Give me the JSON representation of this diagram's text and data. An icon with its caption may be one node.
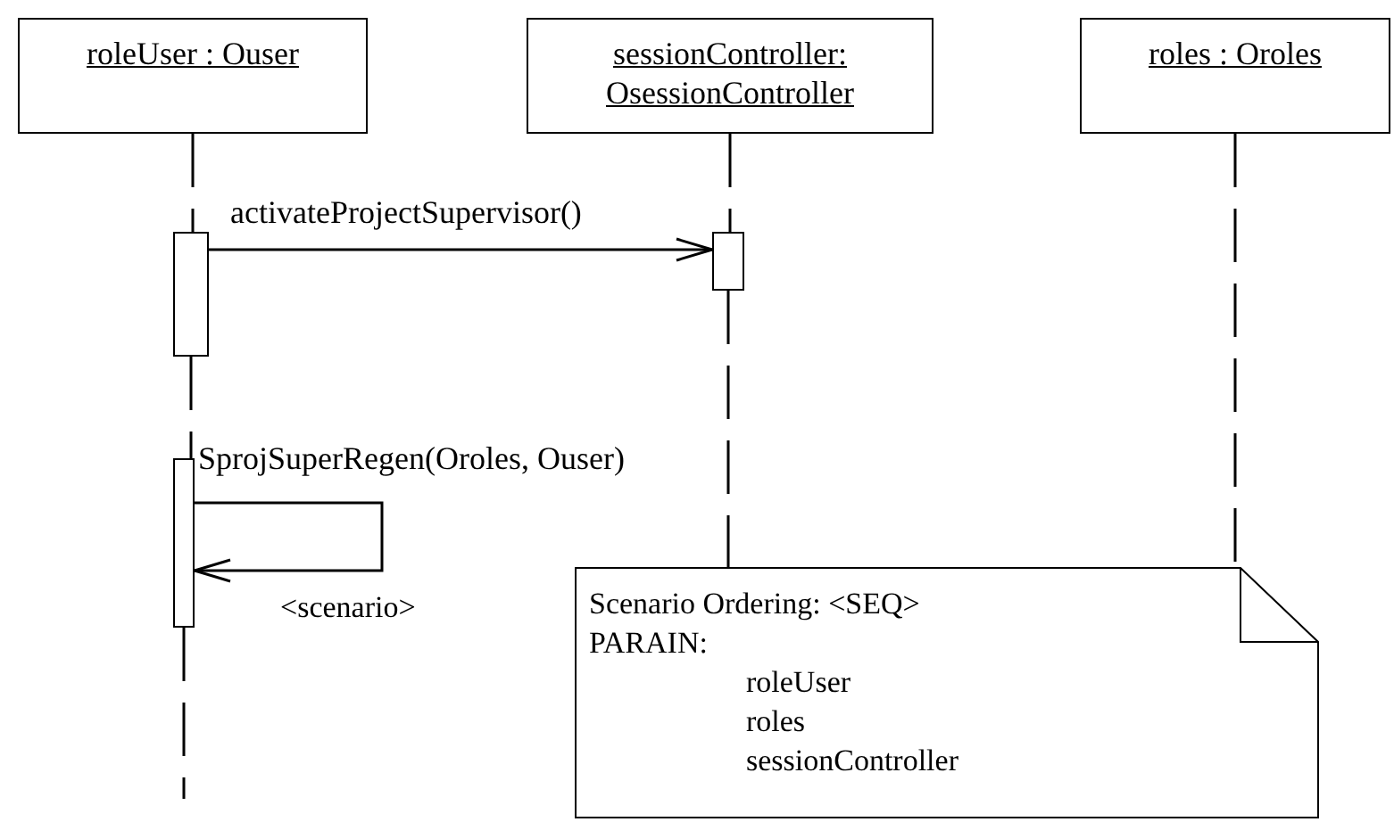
{
  "diagram": {
    "nodes": [
      {
        "text": [
          "roleUser : Ouser"
        ]
      },
      {
        "text": [
          "sessionController: OsessionController"
        ]
      },
      {
        "text": [
          "roles : Oroles"
        ]
      },
      {
        "text": [],
        "shape": "bar"
      },
      {
        "text": [],
        "shape": "bar"
      },
      {
        "text": [],
        "shape": "bar"
      },
      {
        "text": [
          "Scenario Ordering: <SEQ>",
          "PARAIN:",
          "roleUser",
          "roles",
          "sessionController"
        ]
      }
    ],
    "edges": [
      {
        "from": 3,
        "to": 4,
        "arrow": "to",
        "label": "activateProjectSupervisor()"
      },
      {
        "from": 5,
        "to": 5,
        "arrow": "to",
        "label": "SprojSuperRegen(Oroles, Ouser)"
      },
      {
        "from": 0,
        "to": 3,
        "arrow": "none",
        "style": "dashed"
      },
      {
        "from": 3,
        "to": 5,
        "arrow": "none",
        "style": "dashed"
      },
      {
        "from": 5,
        "to": null,
        "arrow": "none",
        "style": "dashed"
      },
      {
        "from": 1,
        "to": 4,
        "arrow": "none",
        "style": "dashed"
      },
      {
        "from": 4,
        "to": 6,
        "arrow": "none",
        "style": "dashed"
      },
      {
        "from": 2,
        "to": 6,
        "arrow": "none",
        "style": "dashed"
      }
    ],
    "labels": [
      "<scenario>"
    ]
  }
}
